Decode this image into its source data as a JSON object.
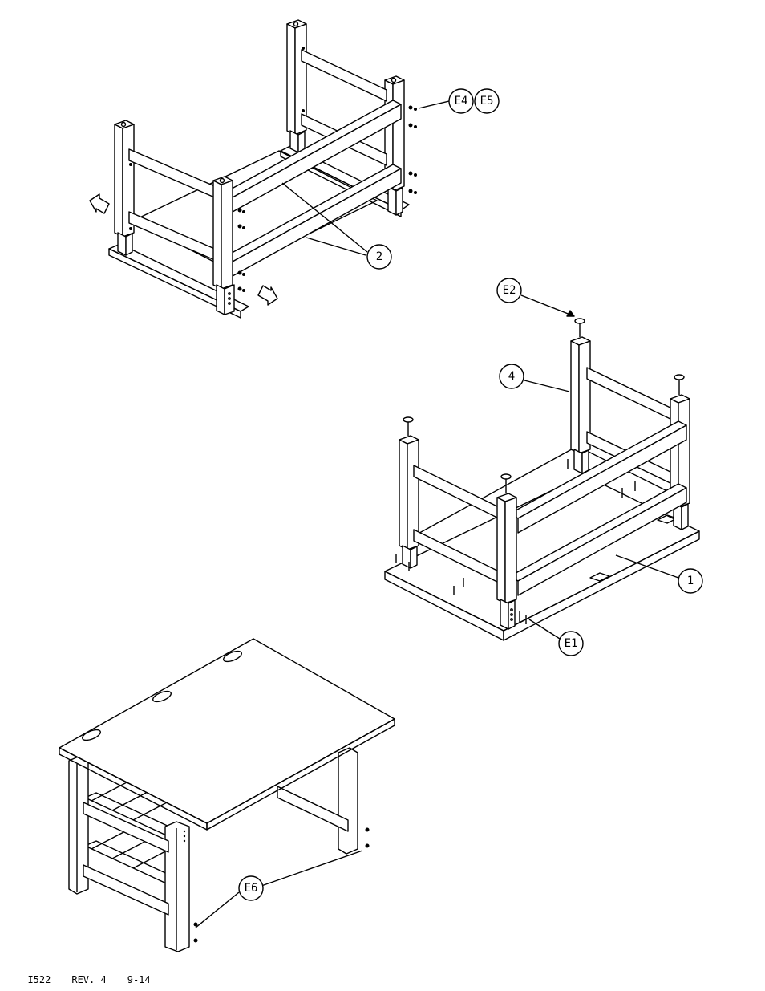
{
  "callouts": {
    "e4": "E4",
    "e5": "E5",
    "part2": "2",
    "e2": "E2",
    "part4": "4",
    "part1": "1",
    "e1": "E1",
    "e6": "E6"
  },
  "footer": {
    "drawing_number": "I522",
    "revision": "REV. 4",
    "date": "9-14"
  }
}
